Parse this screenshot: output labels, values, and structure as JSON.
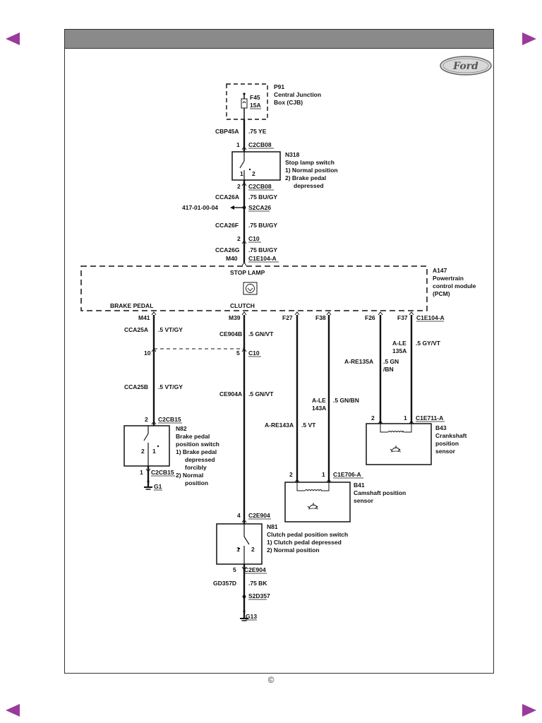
{
  "logo_text": "Ford",
  "copyright": "©",
  "colors": {
    "nav_arrow": "#9a3a9a",
    "title_bar": "#8a8a8a"
  },
  "labels": {
    "p91": "P91",
    "cjb1": "Central Junction",
    "cjb2": "Box (CJB)",
    "f45": "F45",
    "f45_amp": "15A",
    "cbp45a": "CBP45A",
    "cbp45a_wire": ".75 YE",
    "pin1_top": "1",
    "c2cb08_a": "C2CB08",
    "n318": "N318",
    "n318_1": "Stop lamp switch",
    "n318_2": "1)  Normal position",
    "n318_3": "2)  Brake pedal",
    "n318_4": "depressed",
    "sw_pin1": "1",
    "sw_pin2": "2",
    "pin2_b": "2",
    "c2cb08_b": "C2CB08",
    "cca26a": "CCA26A",
    "cca26a_wire": ".75 BU/GY",
    "ref417": "417-01-00-04",
    "s2ca26": "S2CA26",
    "cca26f": "CCA26F",
    "cca26f_wire": ".75 BU/GY",
    "pin2_c10": "2",
    "c10_a": "C10",
    "cca26g": "CCA26G",
    "cca26g_wire": ".75 BU/GY",
    "m40": "M40",
    "c1e104_a1": "C1E104-A",
    "stop_lamp": "STOP LAMP",
    "a147": "A147",
    "a147_1": "Powertrain",
    "a147_2": "control module",
    "a147_3": "(PCM)",
    "brake_pedal": "BRAKE PEDAL",
    "clutch": "CLUTCH",
    "m41": "M41",
    "m39": "M39",
    "f27": "F27",
    "f38": "F38",
    "f26": "F26",
    "f37": "F37",
    "c1e104_a2": "C1E104-A",
    "cca25a": "CCA25A",
    "cca25a_wire": ".5 VT/GY",
    "ce904b": "CE904B",
    "ce904b_wire": ".5 GN/VT",
    "ale135a_1": "A-LE",
    "ale135a_2": "135A",
    "ale135a_wire": ".5 GY/VT",
    "are135a": "A-RE135A",
    "are135a_wire1": ".5 GN",
    "are135a_wire2": "/BN",
    "pin10": "10",
    "pin5_c10": "5",
    "c10_b": "C10",
    "cca25b": "CCA25B",
    "cca25b_wire": ".5 VT/GY",
    "ce904a": "CE904A",
    "ce904a_wire": ".5 GN/VT",
    "ale143a_1": "A-LE",
    "ale143a_2": "143A",
    "ale143a_wire": ".5 GN/BN",
    "are143a": "A-RE143A",
    "are143a_wire": ".5 VT",
    "pin2_c2cb15": "2",
    "c2cb15_a": "C2CB15",
    "n82": "N82",
    "n82_1": "Brake pedal",
    "n82_2": "position switch",
    "n82_3": "1)  Brake pedal",
    "n82_4": "depressed",
    "n82_5": "forcibly",
    "n82_6": "2)  Normal",
    "n82_7": "position",
    "n82_sw2": "2",
    "n82_sw1": "1",
    "pin1_c2cb15": "1",
    "c2cb15_b": "C2CB15",
    "g1": "G1",
    "b43_pin2": "2",
    "b43_pin1": "1",
    "c1e711a": "C1E711-A",
    "b43": "B43",
    "b43_1": "Crankshaft",
    "b43_2": "position",
    "b43_3": "sensor",
    "b41_pin2": "2",
    "b41_pin1": "1",
    "c1e706a": "C1E706-A",
    "b41": "B41",
    "b41_1": "Camshaft position",
    "b41_2": "sensor",
    "pin4": "4",
    "c2e904_a": "C2E904",
    "n81": "N81",
    "n81_1": "Clutch pedal position switch",
    "n81_2": "1)  Clutch pedal depressed",
    "n81_3": "2)  Normal position",
    "n81_sw1": "1",
    "n81_sw2": "2",
    "pin5_b": "5",
    "c2e904_b": "C2E904",
    "gd357d": "GD357D",
    "gd357d_wire": ".75 BK",
    "s2d357": "S2D357",
    "g13": "G13"
  }
}
